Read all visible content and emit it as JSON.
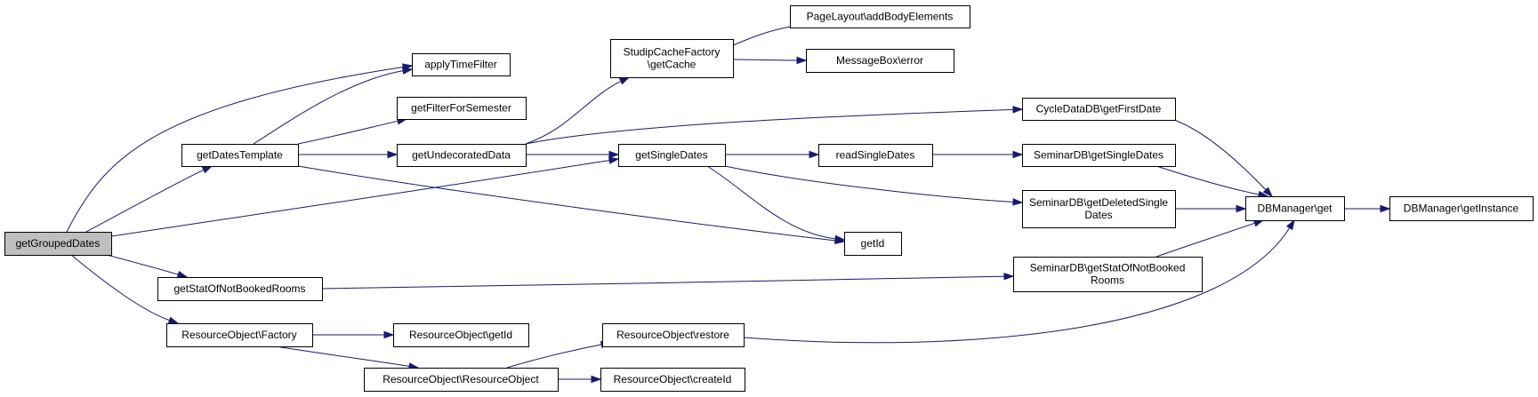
{
  "diagram": {
    "type": "call-graph",
    "edge_color": "#191970",
    "root_fill": "#bfbfbf",
    "nodes": [
      {
        "id": "getGroupedDates",
        "lines": [
          "getGroupedDates"
        ],
        "root": true
      },
      {
        "id": "applyTimeFilter",
        "lines": [
          "applyTimeFilter"
        ]
      },
      {
        "id": "getDatesTemplate",
        "lines": [
          "getDatesTemplate"
        ]
      },
      {
        "id": "getFilterForSemester",
        "lines": [
          "getFilterForSemester"
        ]
      },
      {
        "id": "getUndecoratedData",
        "lines": [
          "getUndecoratedData"
        ]
      },
      {
        "id": "StudipCacheFactory_getCache",
        "lines": [
          "StudipCacheFactory",
          "\\getCache"
        ]
      },
      {
        "id": "PageLayout_addBodyElements",
        "lines": [
          "PageLayout\\addBodyElements"
        ]
      },
      {
        "id": "MessageBox_error",
        "lines": [
          "MessageBox\\error"
        ]
      },
      {
        "id": "getSingleDates",
        "lines": [
          "getSingleDates"
        ]
      },
      {
        "id": "CycleDataDB_getFirstDate",
        "lines": [
          "CycleDataDB\\getFirstDate"
        ]
      },
      {
        "id": "readSingleDates",
        "lines": [
          "readSingleDates"
        ]
      },
      {
        "id": "SeminarDB_getSingleDates",
        "lines": [
          "SeminarDB\\getSingleDates"
        ]
      },
      {
        "id": "SeminarDB_getDeletedSingleDates",
        "lines": [
          "SeminarDB\\getDeletedSingle",
          "Dates"
        ]
      },
      {
        "id": "DBManager_get",
        "lines": [
          "DBManager\\get"
        ]
      },
      {
        "id": "DBManager_getInstance",
        "lines": [
          "DBManager\\getInstance"
        ]
      },
      {
        "id": "getId",
        "lines": [
          "getId"
        ]
      },
      {
        "id": "getStatOfNotBookedRooms",
        "lines": [
          "getStatOfNotBookedRooms"
        ]
      },
      {
        "id": "SeminarDB_getStatOfNotBookedRooms",
        "lines": [
          "SeminarDB\\getStatOfNotBooked",
          "Rooms"
        ]
      },
      {
        "id": "ResourceObject_Factory",
        "lines": [
          "ResourceObject\\Factory"
        ]
      },
      {
        "id": "ResourceObject_getId",
        "lines": [
          "ResourceObject\\getId"
        ]
      },
      {
        "id": "ResourceObject_restore",
        "lines": [
          "ResourceObject\\restore"
        ]
      },
      {
        "id": "ResourceObject_ResourceObject",
        "lines": [
          "ResourceObject\\ResourceObject"
        ]
      },
      {
        "id": "ResourceObject_createId",
        "lines": [
          "ResourceObject\\createId"
        ]
      }
    ],
    "edges": [
      {
        "from": "getGroupedDates",
        "to": "applyTimeFilter"
      },
      {
        "from": "getGroupedDates",
        "to": "getDatesTemplate"
      },
      {
        "from": "getGroupedDates",
        "to": "getSingleDates"
      },
      {
        "from": "getGroupedDates",
        "to": "getStatOfNotBookedRooms"
      },
      {
        "from": "getGroupedDates",
        "to": "ResourceObject_Factory"
      },
      {
        "from": "getDatesTemplate",
        "to": "applyTimeFilter"
      },
      {
        "from": "getDatesTemplate",
        "to": "getFilterForSemester"
      },
      {
        "from": "getDatesTemplate",
        "to": "getUndecoratedData"
      },
      {
        "from": "getDatesTemplate",
        "to": "getId"
      },
      {
        "from": "getUndecoratedData",
        "to": "StudipCacheFactory_getCache"
      },
      {
        "from": "getUndecoratedData",
        "to": "CycleDataDB_getFirstDate"
      },
      {
        "from": "getUndecoratedData",
        "to": "getSingleDates"
      },
      {
        "from": "StudipCacheFactory_getCache",
        "to": "PageLayout_addBodyElements"
      },
      {
        "from": "StudipCacheFactory_getCache",
        "to": "MessageBox_error"
      },
      {
        "from": "getSingleDates",
        "to": "readSingleDates"
      },
      {
        "from": "getSingleDates",
        "to": "SeminarDB_getDeletedSingleDates"
      },
      {
        "from": "getSingleDates",
        "to": "getId"
      },
      {
        "from": "readSingleDates",
        "to": "SeminarDB_getSingleDates"
      },
      {
        "from": "CycleDataDB_getFirstDate",
        "to": "DBManager_get"
      },
      {
        "from": "SeminarDB_getSingleDates",
        "to": "DBManager_get"
      },
      {
        "from": "SeminarDB_getDeletedSingleDates",
        "to": "DBManager_get"
      },
      {
        "from": "SeminarDB_getStatOfNotBookedRooms",
        "to": "DBManager_get"
      },
      {
        "from": "ResourceObject_restore",
        "to": "DBManager_get"
      },
      {
        "from": "DBManager_get",
        "to": "DBManager_getInstance"
      },
      {
        "from": "getStatOfNotBookedRooms",
        "to": "SeminarDB_getStatOfNotBookedRooms"
      },
      {
        "from": "ResourceObject_Factory",
        "to": "ResourceObject_getId"
      },
      {
        "from": "ResourceObject_Factory",
        "to": "ResourceObject_ResourceObject"
      },
      {
        "from": "ResourceObject_ResourceObject",
        "to": "ResourceObject_restore"
      },
      {
        "from": "ResourceObject_ResourceObject",
        "to": "ResourceObject_createId"
      }
    ]
  }
}
